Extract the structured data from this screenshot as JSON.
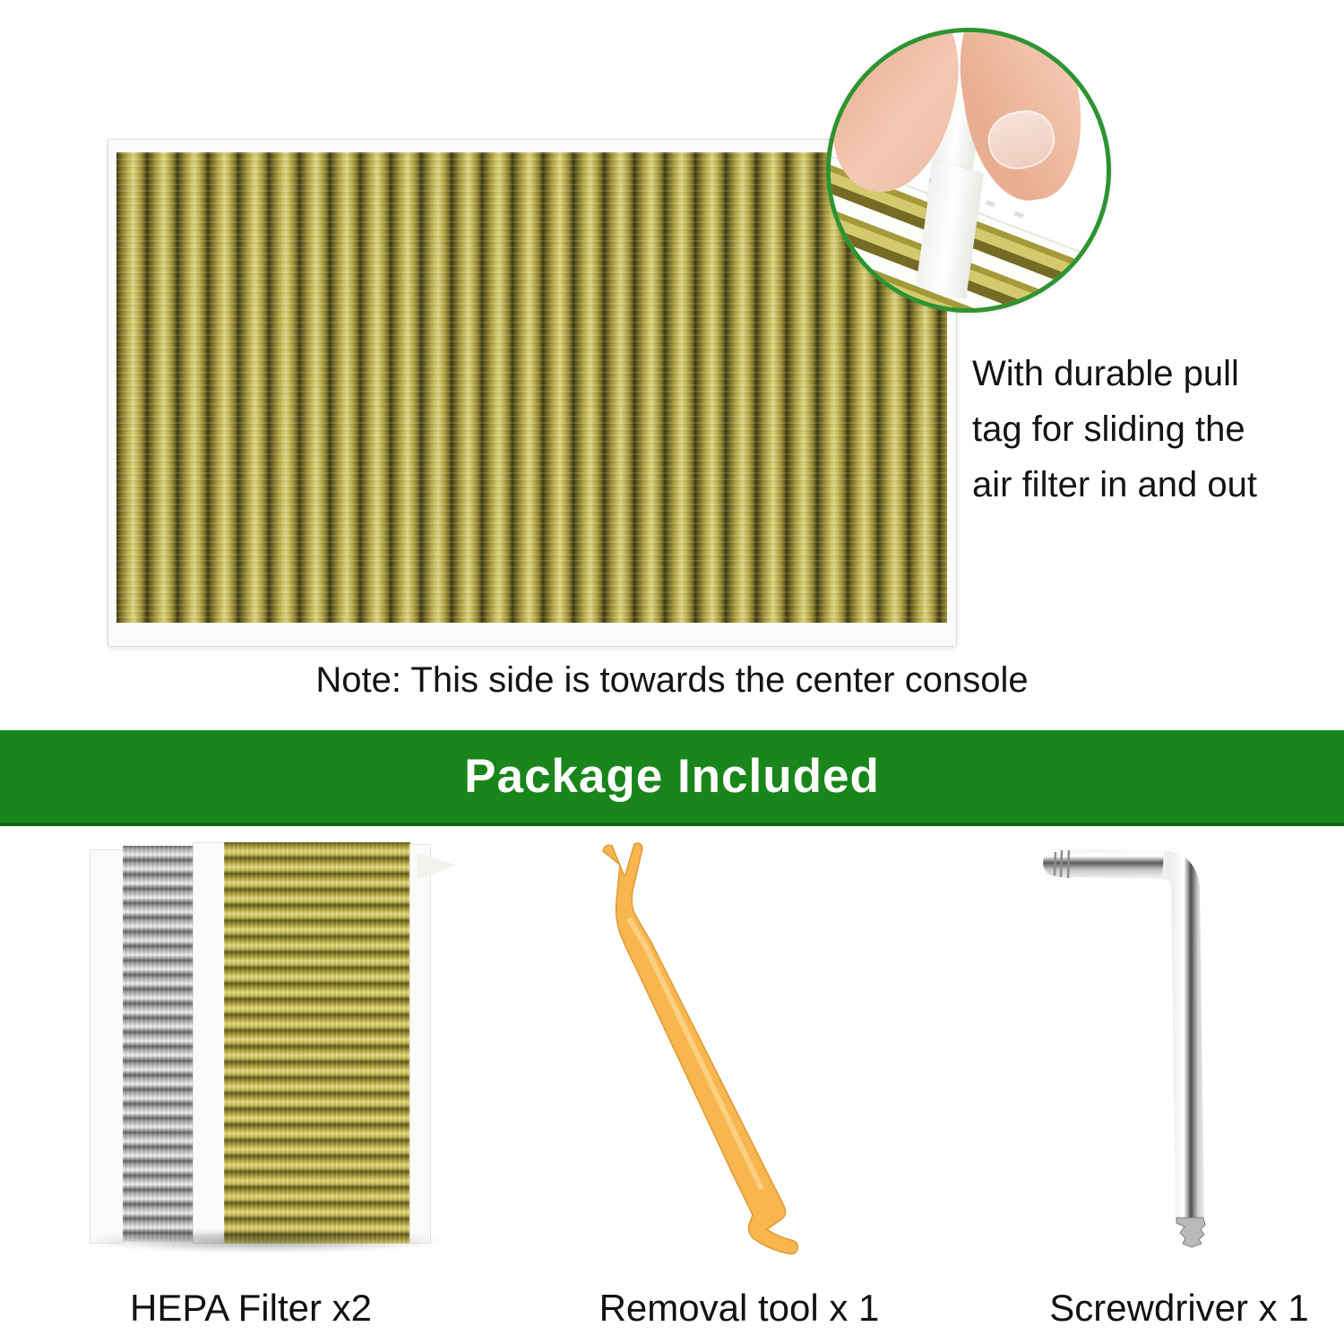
{
  "top_section": {
    "inset_caption": "With durable pull\ntag for sliding the\nair filter in and out",
    "note": "Note: This side is towards the center console"
  },
  "banner": {
    "label": "Package Included",
    "background": "#19851a",
    "text_color": "#ffffff"
  },
  "package_items": [
    {
      "label": "HEPA Filter x2"
    },
    {
      "label": "Removal tool x 1"
    },
    {
      "label": "Screwdriver x 1"
    }
  ],
  "colors": {
    "banner_green": "#19851a",
    "inset_ring_green": "#2e9330",
    "filter_olive": "#a89a3f",
    "filter_olive_dark": "#3f3a14",
    "filter_yellow": "#c2b64e",
    "carbon_gray": "#9f9f9f",
    "frame_white": "#fbfbfa",
    "tool_orange": "#f7b650",
    "chrome_gray": "#bfbfbf",
    "skin_tone": "#f0bfa6"
  }
}
